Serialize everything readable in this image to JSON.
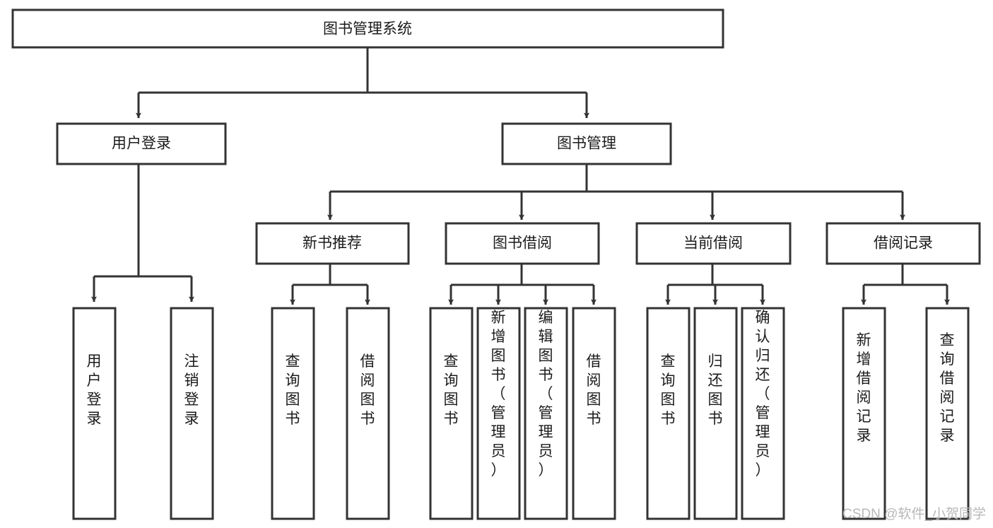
{
  "diagram": {
    "type": "tree-hierarchy",
    "title": "图书管理系统",
    "watermark": "CSDN @软件_小贺同学",
    "colors": {
      "stroke": "#333333",
      "fill": "#ffffff",
      "text": "#1b1b1b",
      "watermark": "#b8b8b8"
    },
    "levels": [
      {
        "level": 1,
        "nodes": [
          {
            "id": "root",
            "label": "图书管理系统",
            "orientation": "horizontal"
          }
        ]
      },
      {
        "level": 2,
        "nodes": [
          {
            "id": "user-login",
            "label": "用户登录",
            "orientation": "horizontal",
            "parent": "root"
          },
          {
            "id": "book-manage",
            "label": "图书管理",
            "orientation": "horizontal",
            "parent": "root"
          }
        ]
      },
      {
        "level": 3,
        "nodes": [
          {
            "id": "new-book-recommend",
            "label": "新书推荐",
            "orientation": "horizontal",
            "parent": "book-manage"
          },
          {
            "id": "book-borrow",
            "label": "图书借阅",
            "orientation": "horizontal",
            "parent": "book-manage"
          },
          {
            "id": "current-borrow",
            "label": "当前借阅",
            "orientation": "horizontal",
            "parent": "book-manage"
          },
          {
            "id": "borrow-record",
            "label": "借阅记录",
            "orientation": "horizontal",
            "parent": "book-manage"
          }
        ]
      },
      {
        "level": 4,
        "nodes": [
          {
            "id": "leaf-user-login",
            "label": "用户登录",
            "orientation": "vertical",
            "parent": "user-login"
          },
          {
            "id": "leaf-user-logout",
            "label": "注销登录",
            "orientation": "vertical",
            "parent": "user-login"
          },
          {
            "id": "leaf-query-book-1",
            "label": "查询图书",
            "orientation": "vertical",
            "parent": "new-book-recommend"
          },
          {
            "id": "leaf-borrow-book-1",
            "label": "借阅图书",
            "orientation": "vertical",
            "parent": "new-book-recommend"
          },
          {
            "id": "leaf-query-book-2",
            "label": "查询图书",
            "orientation": "vertical",
            "parent": "book-borrow"
          },
          {
            "id": "leaf-add-book",
            "label": "新增图书（管理员）",
            "orientation": "vertical",
            "parent": "book-borrow"
          },
          {
            "id": "leaf-edit-book",
            "label": "编辑图书（管理员）",
            "orientation": "vertical",
            "parent": "book-borrow"
          },
          {
            "id": "leaf-borrow-book-2",
            "label": "借阅图书",
            "orientation": "vertical",
            "parent": "book-borrow"
          },
          {
            "id": "leaf-query-book-3",
            "label": "查询图书",
            "orientation": "vertical",
            "parent": "current-borrow"
          },
          {
            "id": "leaf-return-book",
            "label": "归还图书",
            "orientation": "vertical",
            "parent": "current-borrow"
          },
          {
            "id": "leaf-confirm-return",
            "label": "确认归还（管理员）",
            "orientation": "vertical",
            "parent": "current-borrow"
          },
          {
            "id": "leaf-add-record",
            "label": "新增借阅记录",
            "orientation": "vertical",
            "parent": "borrow-record"
          },
          {
            "id": "leaf-query-record",
            "label": "查询借阅记录",
            "orientation": "vertical",
            "parent": "borrow-record"
          }
        ]
      }
    ],
    "labels": {
      "root": "图书管理系统",
      "user_login": "用户登录",
      "book_manage": "图书管理",
      "new_book_recommend": "新书推荐",
      "book_borrow": "图书借阅",
      "current_borrow": "当前借阅",
      "borrow_record": "借阅记录",
      "leaf_user_login": "用户登录",
      "leaf_user_logout": "注销登录",
      "leaf_query_book_1": "查询图书",
      "leaf_borrow_book_1": "借阅图书",
      "leaf_query_book_2": "查询图书",
      "leaf_add_book": "新增图书（管理员）",
      "leaf_edit_book": "编辑图书（管理员）",
      "leaf_borrow_book_2": "借阅图书",
      "leaf_query_book_3": "查询图书",
      "leaf_return_book": "归还图书",
      "leaf_confirm_return": "确认归还（管理员）",
      "leaf_add_record": "新增借阅记录",
      "leaf_query_record": "查询借阅记录"
    }
  }
}
